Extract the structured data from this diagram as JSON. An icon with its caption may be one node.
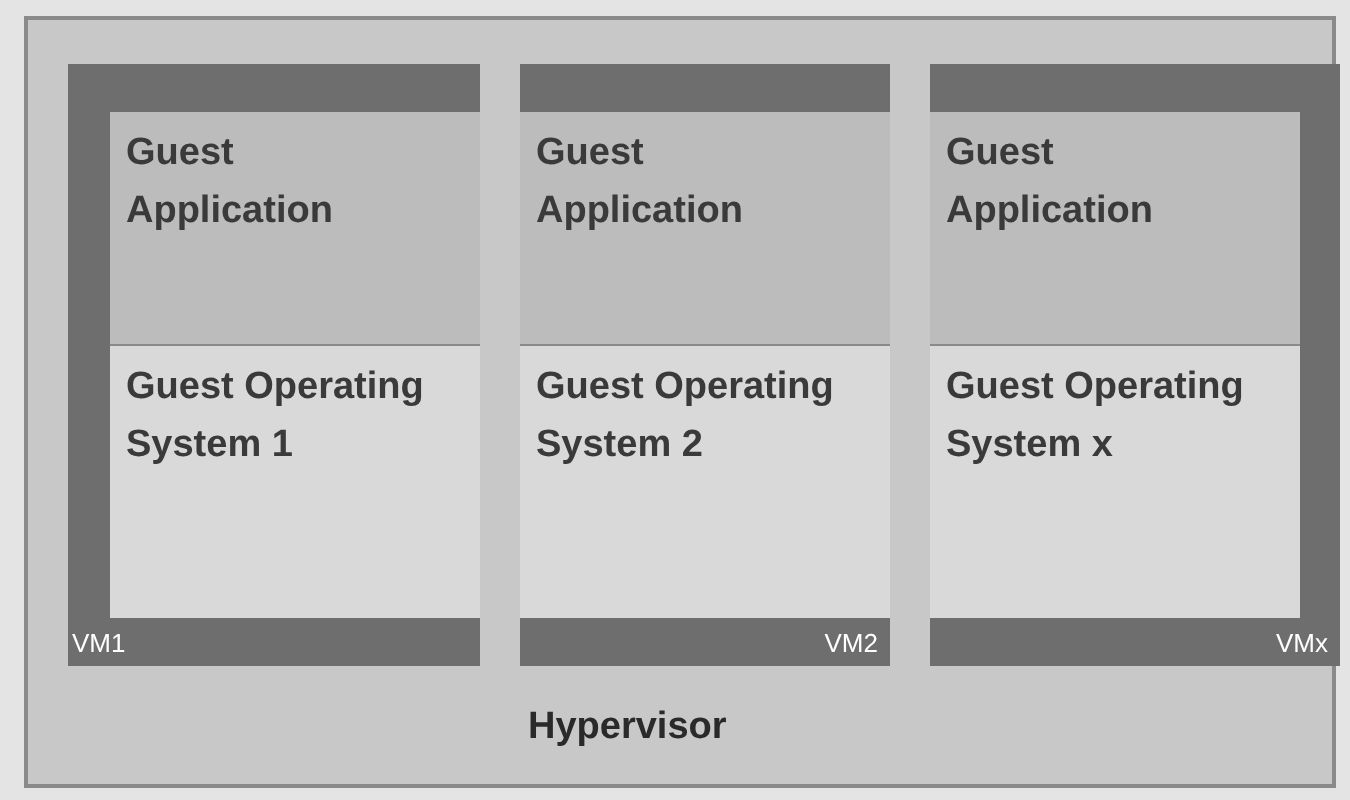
{
  "diagram": {
    "nodes": [
      {
        "text": [
          "Hypervisor"
        ]
      },
      {
        "text": [
          "VM1"
        ],
        "in": 0
      },
      {
        "text": [
          "Guest Application"
        ],
        "in": 1
      },
      {
        "text": [
          "Guest Operating System 1"
        ],
        "in": 1
      },
      {
        "text": [
          "VM2"
        ],
        "in": 0
      },
      {
        "text": [
          "Guest Application"
        ],
        "in": 4
      },
      {
        "text": [
          "Guest Operating System 2"
        ],
        "in": 4
      },
      {
        "text": [
          "VMx"
        ],
        "in": 0
      },
      {
        "text": [
          "Guest Application"
        ],
        "in": 7
      },
      {
        "text": [
          "Guest Operating System x"
        ],
        "in": 7
      }
    ]
  }
}
